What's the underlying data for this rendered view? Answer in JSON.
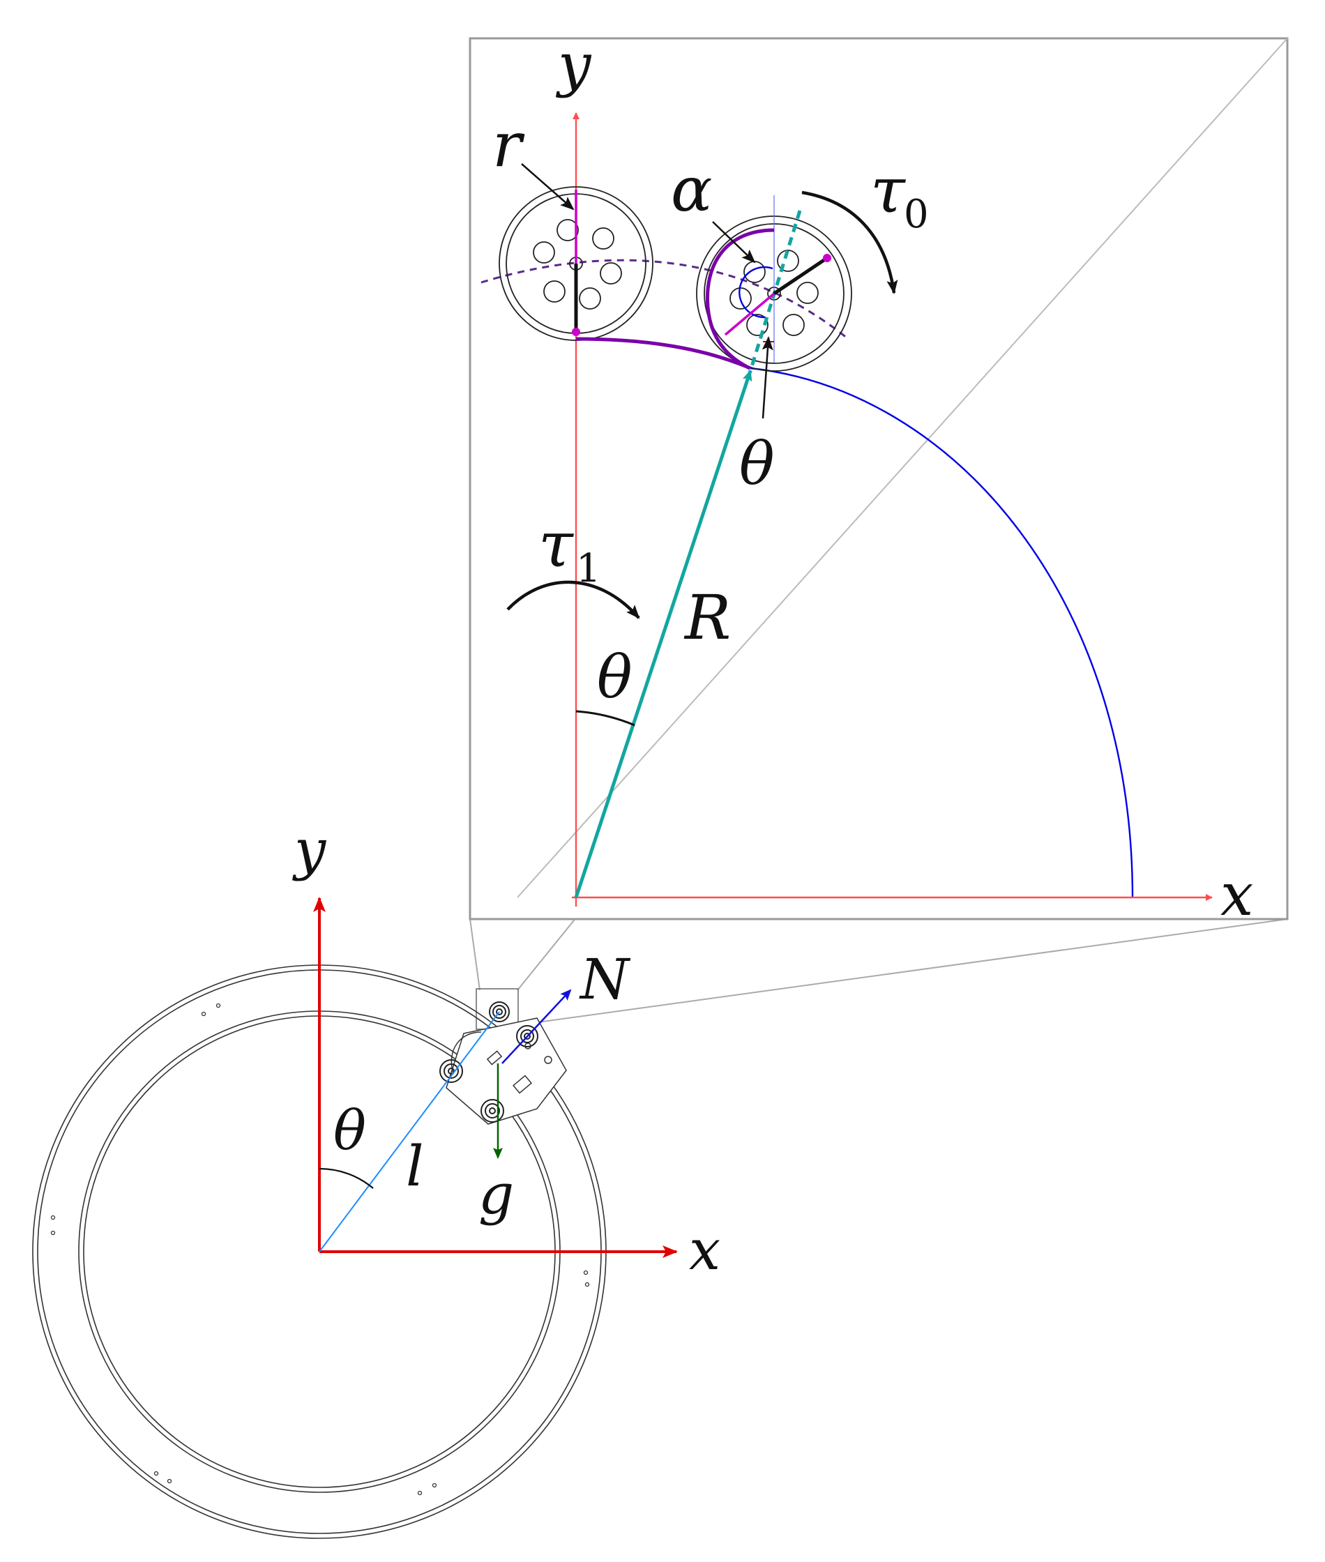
{
  "colors": {
    "axis": "#ff4d4d",
    "axis_main": "#e00000",
    "radius": "#12a6a0",
    "cable": "#7a00a8",
    "dashed_circle": "#5a2a8a",
    "arc": "#0000e6",
    "guide": "#bbbbbb",
    "frame": "#999999",
    "normal": "#1010dd",
    "gravity": "#006400",
    "pendulum": "#1a8cff",
    "line": "#333333",
    "marker": "#cc00cc"
  },
  "inset": {
    "x_label": "x",
    "y_label": "y",
    "R_label": "R",
    "r_label": "r",
    "alpha_label": "α",
    "theta_top_label": "θ",
    "theta_bottom_label": "θ",
    "tau0_base": "τ",
    "tau0_sub": "0",
    "tau1_base": "τ",
    "tau1_sub": "1"
  },
  "main": {
    "x_label": "x",
    "y_label": "y",
    "theta_label": "θ",
    "l_label": "l",
    "N_label": "N",
    "g_label": "g"
  }
}
